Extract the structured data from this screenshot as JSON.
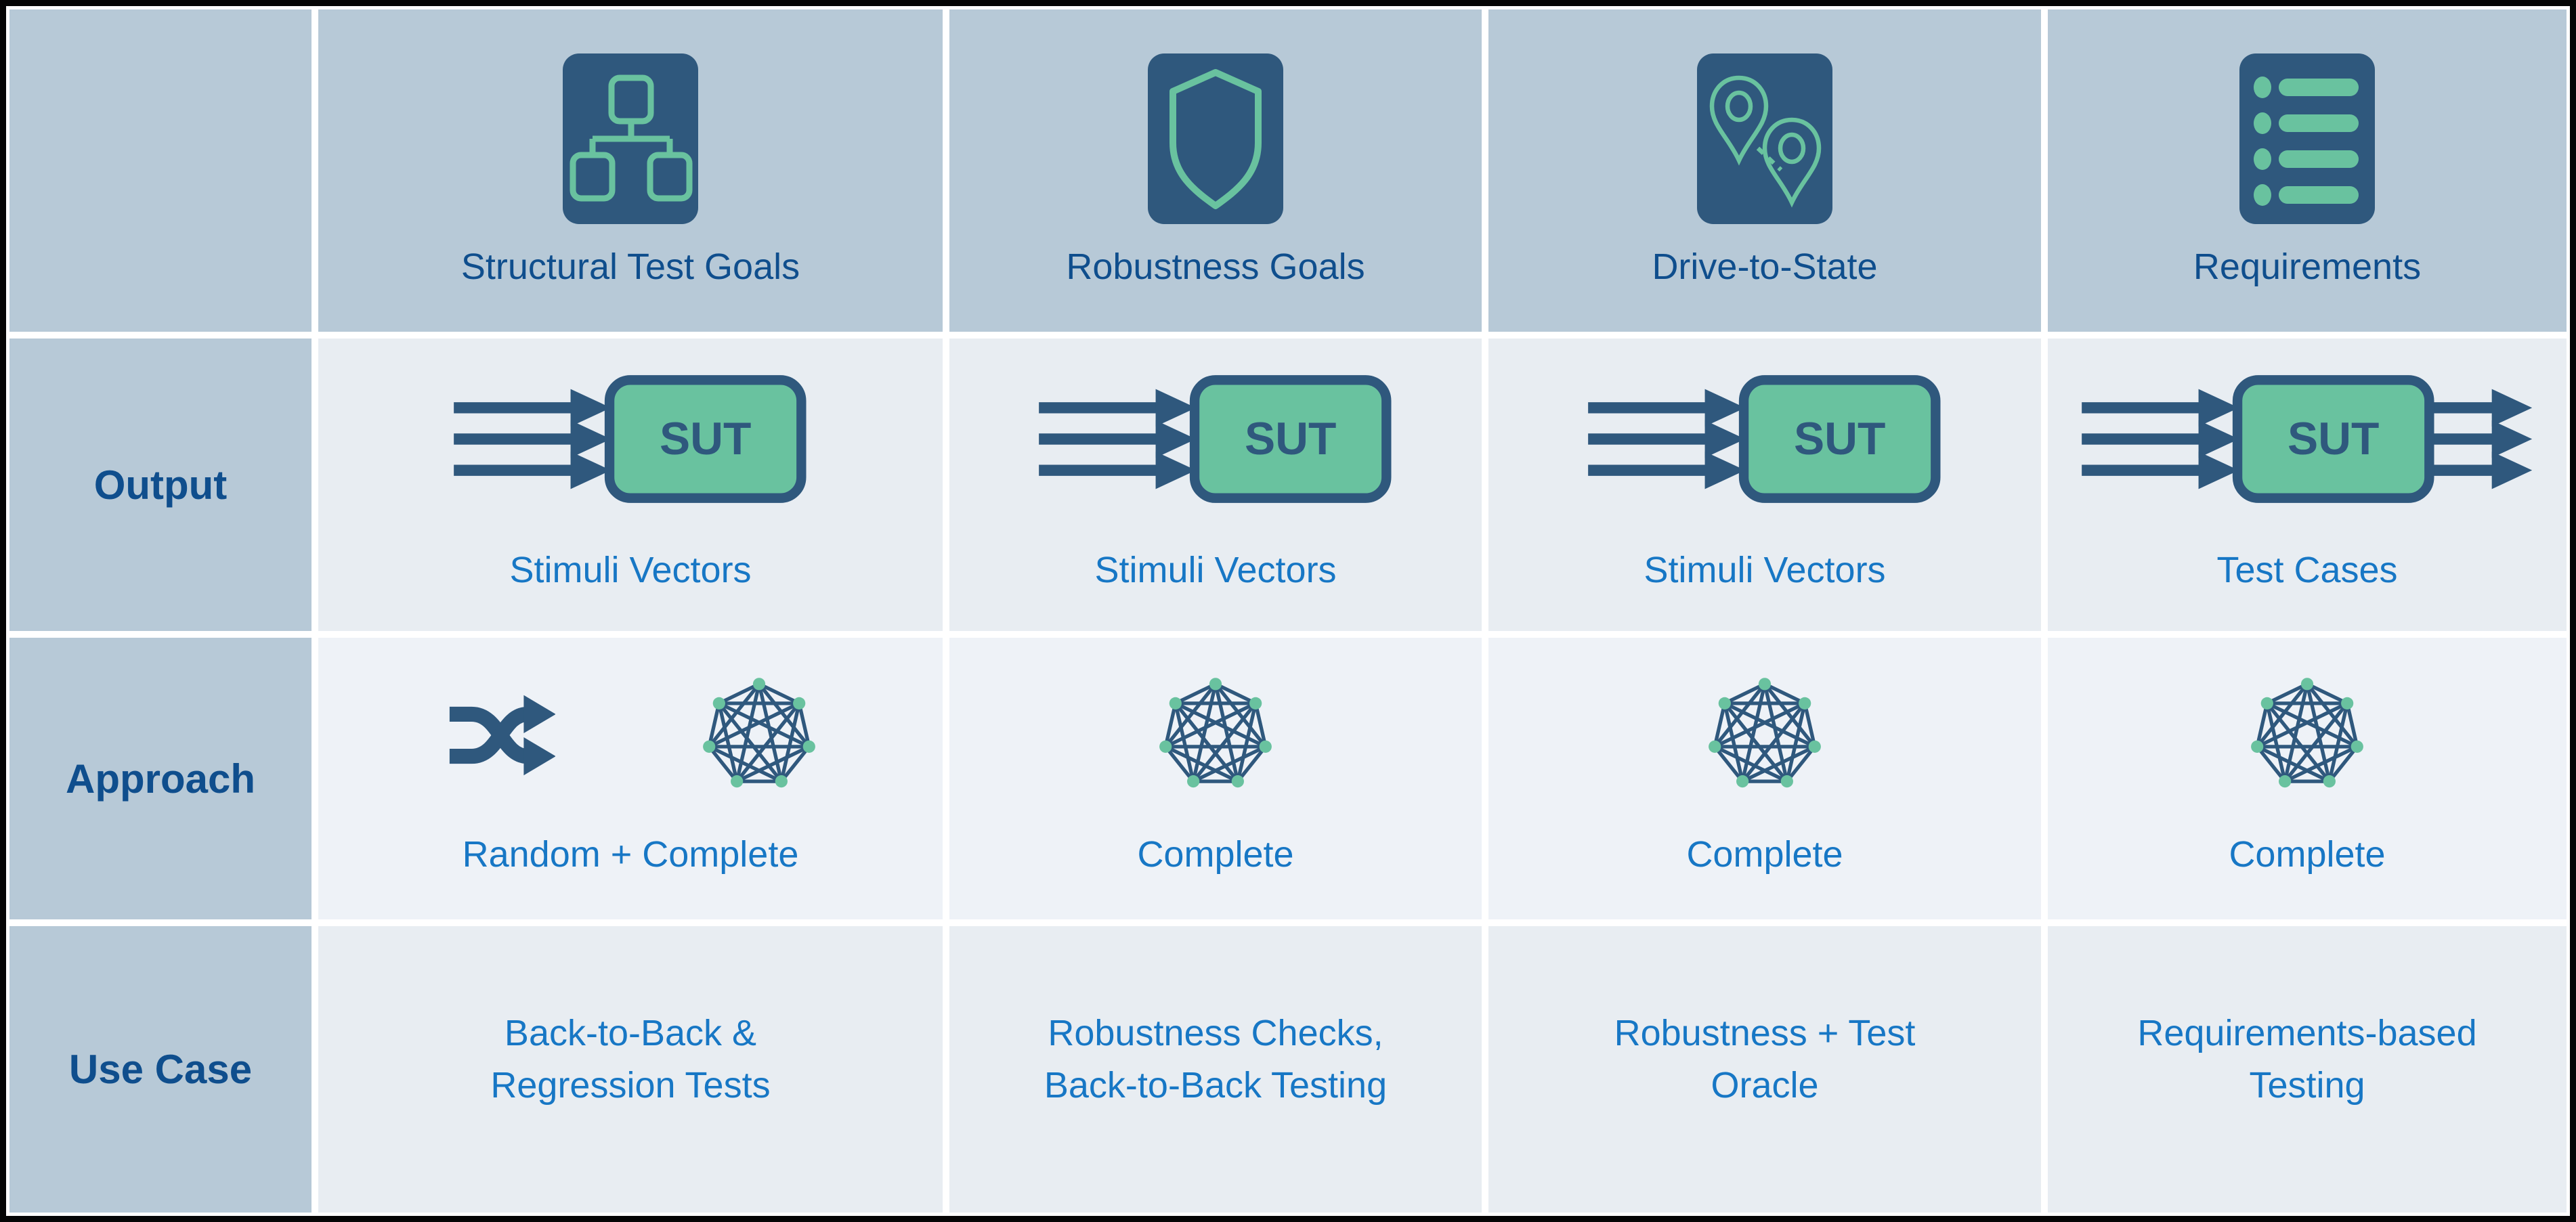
{
  "palette": {
    "navy": "#2F587D",
    "green": "#69C29F",
    "header_bg": "#B7C9D7",
    "row_bg": "#E8EDF2",
    "row_alt_bg": "#EEF2F7",
    "heading_text": "#0F4E8D",
    "body_text": "#1777C5"
  },
  "row_labels": {
    "output": "Output",
    "approach": "Approach",
    "use_case": "Use Case"
  },
  "columns": [
    {
      "header": "Structural Test Goals",
      "icon": "org-chart-icon",
      "output": {
        "diagram": "sut-arrows-in",
        "sut_label": "SUT",
        "label": "Stimuli Vectors"
      },
      "approach": {
        "icons": [
          "shuffle-icon",
          "complete-graph-icon"
        ],
        "label": "Random + Complete"
      },
      "use_case": [
        "Back-to-Back &",
        "Regression Tests"
      ]
    },
    {
      "header": "Robustness Goals",
      "icon": "shield-icon",
      "output": {
        "diagram": "sut-arrows-in",
        "sut_label": "SUT",
        "label": "Stimuli Vectors"
      },
      "approach": {
        "icons": [
          "complete-graph-icon"
        ],
        "label": "Complete"
      },
      "use_case": [
        "Robustness Checks,",
        "Back-to-Back Testing"
      ]
    },
    {
      "header": "Drive-to-State",
      "icon": "map-pins-icon",
      "output": {
        "diagram": "sut-arrows-in",
        "sut_label": "SUT",
        "label": "Stimuli Vectors"
      },
      "approach": {
        "icons": [
          "complete-graph-icon"
        ],
        "label": "Complete"
      },
      "use_case": [
        "Robustness + Test",
        "Oracle"
      ]
    },
    {
      "header": "Requirements",
      "icon": "list-icon",
      "output": {
        "diagram": "sut-arrows-in-out",
        "sut_label": "SUT",
        "label": "Test Cases"
      },
      "approach": {
        "icons": [
          "complete-graph-icon"
        ],
        "label": "Complete"
      },
      "use_case": [
        "Requirements-based",
        "Testing"
      ]
    }
  ]
}
